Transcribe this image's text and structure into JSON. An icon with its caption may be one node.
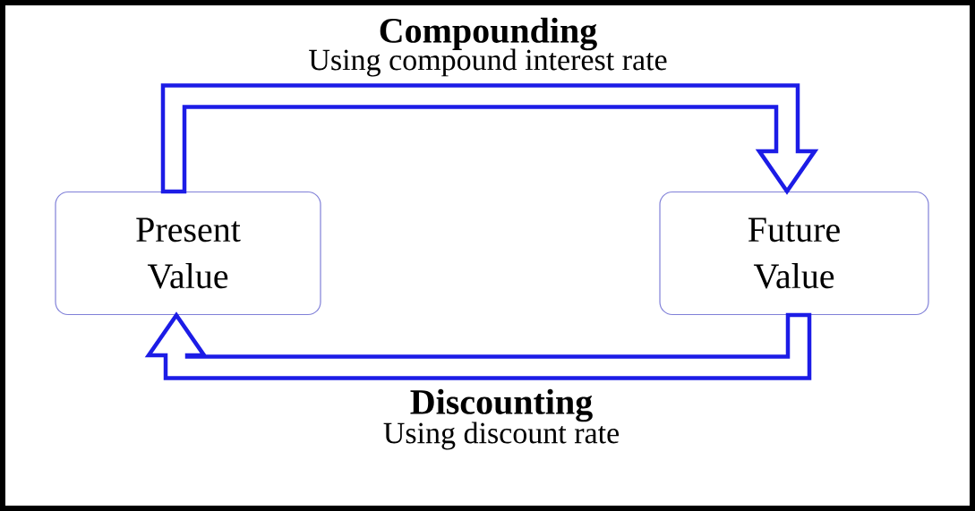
{
  "diagram": {
    "nodes": [
      {
        "text": [
          "Present Value"
        ]
      },
      {
        "text": [
          "Future Value"
        ]
      }
    ],
    "edges": [
      {
        "from": 0,
        "to": 1,
        "arrow": "to",
        "label": "Compounding"
      },
      {
        "from": 1,
        "to": 0,
        "arrow": "to",
        "label": "Discounting"
      }
    ],
    "labels": [
      "Using compound interest rate",
      "Using discount rate"
    ]
  }
}
